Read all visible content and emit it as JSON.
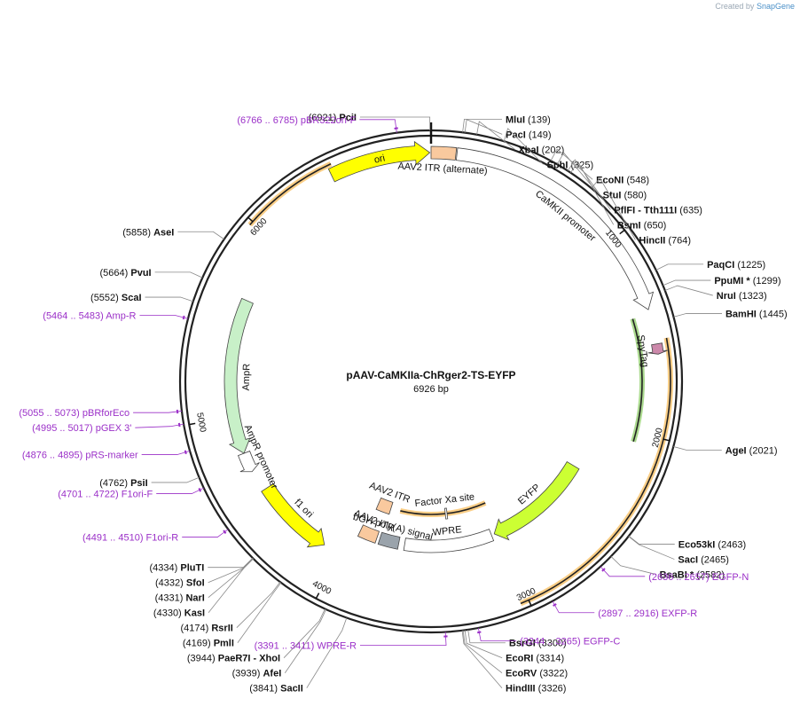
{
  "credit": {
    "prefix": "Created by",
    "brand": "SnapGene"
  },
  "plasmid": {
    "name": "pAAV-CaMKIIa-ChRger2-TS-EYFP",
    "size_label": "6926 bp",
    "length": 6926
  },
  "colors": {
    "ring": "#222222",
    "ori": "#ffff00",
    "itr": "#f9c99e",
    "gray_box": "#9aa3ab",
    "green": "#c8f0c8",
    "promoter": "#ffffff",
    "lime": "#ccff33",
    "spytag": "#cc88aa",
    "enzyme_line": "#888888",
    "primer": "#9b30c8",
    "orange_arc": "#f5a623",
    "green_arc": "#66bb33"
  },
  "ticks": [
    {
      "pos": 1000,
      "label": "1000"
    },
    {
      "pos": 2000,
      "label": "2000"
    },
    {
      "pos": 3000,
      "label": "3000"
    },
    {
      "pos": 4000,
      "label": "4000"
    },
    {
      "pos": 5000,
      "label": "5000"
    },
    {
      "pos": 6000,
      "label": "6000"
    }
  ],
  "enzymes": [
    {
      "name": "PciI",
      "coord": "(6921)",
      "pos": 6921,
      "side": "L"
    },
    {
      "name": "MluI",
      "coord": "(139)",
      "pos": 139,
      "side": "R"
    },
    {
      "name": "PacI",
      "coord": "(149)",
      "pos": 149,
      "side": "R"
    },
    {
      "name": "XbaI",
      "coord": "(202)",
      "pos": 202,
      "side": "R"
    },
    {
      "name": "SphI",
      "coord": "(325)",
      "pos": 325,
      "side": "R"
    },
    {
      "name": "EcoNI",
      "coord": "(548)",
      "pos": 548,
      "side": "R"
    },
    {
      "name": "StuI",
      "coord": "(580)",
      "pos": 580,
      "side": "R"
    },
    {
      "name": "PflFI - Tth111I",
      "coord": "(635)",
      "pos": 635,
      "side": "R"
    },
    {
      "name": "BsmI",
      "coord": "(650)",
      "pos": 650,
      "side": "R"
    },
    {
      "name": "HincII",
      "coord": "(764)",
      "pos": 764,
      "side": "R"
    },
    {
      "name": "PaqCI",
      "coord": "(1225)",
      "pos": 1225,
      "side": "R"
    },
    {
      "name": "PpuMI *",
      "coord": "(1299)",
      "pos": 1299,
      "side": "R"
    },
    {
      "name": "NruI",
      "coord": "(1323)",
      "pos": 1323,
      "side": "R"
    },
    {
      "name": "BamHI",
      "coord": "(1445)",
      "pos": 1445,
      "side": "R"
    },
    {
      "name": "AgeI",
      "coord": "(2021)",
      "pos": 2021,
      "side": "R"
    },
    {
      "name": "Eco53kI",
      "coord": "(2463)",
      "pos": 2463,
      "side": "R"
    },
    {
      "name": "SacI",
      "coord": "(2465)",
      "pos": 2465,
      "side": "R"
    },
    {
      "name": "BsaBI *",
      "coord": "(2582)",
      "pos": 2582,
      "side": "R"
    },
    {
      "name": "BsrGI",
      "coord": "(3300)",
      "pos": 3300,
      "side": "R"
    },
    {
      "name": "EcoRI",
      "coord": "(3314)",
      "pos": 3314,
      "side": "R"
    },
    {
      "name": "EcoRV",
      "coord": "(3322)",
      "pos": 3322,
      "side": "R"
    },
    {
      "name": "HindIII",
      "coord": "(3326)",
      "pos": 3326,
      "side": "R"
    },
    {
      "name": "SacII",
      "coord": "(3841)",
      "pos": 3841,
      "side": "L"
    },
    {
      "name": "AfeI",
      "coord": "(3939)",
      "pos": 3939,
      "side": "L"
    },
    {
      "name": "PaeR7I - XhoI",
      "coord": "(3944)",
      "pos": 3944,
      "side": "L"
    },
    {
      "name": "PmlI",
      "coord": "(4169)",
      "pos": 4169,
      "side": "L"
    },
    {
      "name": "RsrII",
      "coord": "(4174)",
      "pos": 4174,
      "side": "L"
    },
    {
      "name": "KasI",
      "coord": "(4330)",
      "pos": 4330,
      "side": "L"
    },
    {
      "name": "NarI",
      "coord": "(4331)",
      "pos": 4331,
      "side": "L"
    },
    {
      "name": "SfoI",
      "coord": "(4332)",
      "pos": 4332,
      "side": "L"
    },
    {
      "name": "PluTI",
      "coord": "(4334)",
      "pos": 4334,
      "side": "L"
    },
    {
      "name": "PsiI",
      "coord": "(4762)",
      "pos": 4762,
      "side": "L"
    },
    {
      "name": "ScaI",
      "coord": "(5552)",
      "pos": 5552,
      "side": "L"
    },
    {
      "name": "PvuI",
      "coord": "(5664)",
      "pos": 5664,
      "side": "L"
    },
    {
      "name": "AseI",
      "coord": "(5858)",
      "pos": 5858,
      "side": "L"
    }
  ],
  "primers": [
    {
      "name": "pBR322ori-F",
      "coord": "(6766 .. 6785)",
      "pos": 6775,
      "side": "L"
    },
    {
      "name": "Amp-R",
      "coord": "(5464 .. 5483)",
      "pos": 5473,
      "side": "L"
    },
    {
      "name": "pBRforEco",
      "coord": "(5055 .. 5073)",
      "pos": 5064,
      "side": "L"
    },
    {
      "name": "pGEX 3'",
      "coord": "(4995 .. 5017)",
      "pos": 5006,
      "side": "L"
    },
    {
      "name": "pRS-marker",
      "coord": "(4876 .. 4895)",
      "pos": 4885,
      "side": "L"
    },
    {
      "name": "F1ori-F",
      "coord": "(4701 .. 4722)",
      "pos": 4711,
      "side": "L"
    },
    {
      "name": "F1ori-R",
      "coord": "(4491 .. 4510)",
      "pos": 4500,
      "side": "L"
    },
    {
      "name": "WPRE-R",
      "coord": "(3391 .. 3411)",
      "pos": 3400,
      "side": "L"
    },
    {
      "name": "EGFP-C",
      "coord": "(3244 .. 3265)",
      "pos": 3254,
      "side": "R"
    },
    {
      "name": "EXFP-R",
      "coord": "(2897 .. 2916)",
      "pos": 2906,
      "side": "R"
    },
    {
      "name": "EGFP-N",
      "coord": "(2636 .. 2657)",
      "pos": 2646,
      "side": "R"
    }
  ],
  "features": [
    {
      "name": "ori",
      "start": 6430,
      "end": 6920,
      "r": 258,
      "w": 16,
      "color": "#ffff00",
      "dir": 1,
      "inside": true
    },
    {
      "name": "AAV2 ITR (alternate)",
      "start": 0,
      "end": 120,
      "r": 258,
      "w": 14,
      "color": "#f9c99e",
      "dir": 0
    },
    {
      "name": "CaMKII promoter",
      "start": 125,
      "end": 1380,
      "r": 258,
      "w": 14,
      "color": "#ffffff",
      "dir": 1
    },
    {
      "name": "SpyTag",
      "start": 1550,
      "end": 1600,
      "r": 258,
      "w": 12,
      "color": "#cc88aa",
      "dir": 1
    },
    {
      "name": "EYFP",
      "start": 2320,
      "end": 3030,
      "r": 186,
      "w": 16,
      "color": "#ccff33",
      "dir": 1
    },
    {
      "name": "WPRE",
      "start": 3050,
      "end": 3640,
      "r": 186,
      "w": 14,
      "color": "#ffffff",
      "dir": 0
    },
    {
      "name": "bGH poly(A) signal",
      "start": 3680,
      "end": 3810,
      "r": 186,
      "w": 14,
      "color": "#9aa3ab",
      "dir": 0
    },
    {
      "name": "Factor Xa site",
      "start": 3330,
      "end": 3345,
      "r": 150,
      "w": 12,
      "color": "#ffffff",
      "dir": 0
    },
    {
      "name": "AAV2 ITR",
      "start": 3800,
      "end": 3910,
      "r": 150,
      "w": 14,
      "color": "#f9c99e",
      "dir": 0
    },
    {
      "name": "AAV2 ITR",
      "start": 3830,
      "end": 3950,
      "r": 186,
      "w": 14,
      "color": "#f9c99e",
      "dir": 0
    },
    {
      "name": "f1 ori",
      "start": 4100,
      "end": 4560,
      "r": 220,
      "w": 16,
      "color": "#ffff00",
      "dir": -1
    },
    {
      "name": "AmpR promoter",
      "start": 4680,
      "end": 4790,
      "r": 226,
      "w": 14,
      "color": "#ffffff",
      "dir": -1
    },
    {
      "name": "AmpR",
      "start": 4790,
      "end": 5650,
      "r": 226,
      "w": 14,
      "color": "#c8f0c8",
      "dir": -1
    }
  ],
  "arcs": [
    {
      "start": 1530,
      "end": 3040,
      "r": 270,
      "color": "#f5a623"
    },
    {
      "start": 3000,
      "end": 3720,
      "r": 150,
      "color": "#f5a623"
    },
    {
      "start": 5980,
      "end": 6450,
      "r": 270,
      "color": "#f5a623"
    },
    {
      "start": 1400,
      "end": 2050,
      "r": 238,
      "color": "#66bb33"
    }
  ]
}
